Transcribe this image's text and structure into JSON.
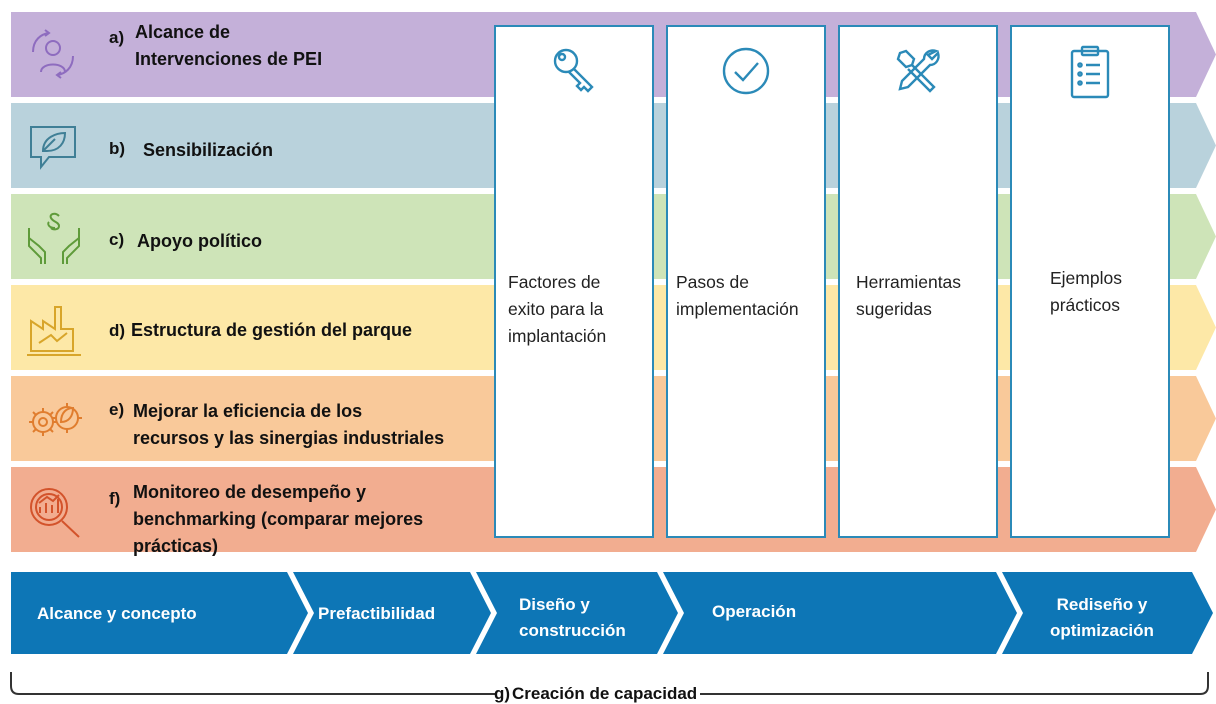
{
  "bands": [
    {
      "letter": "a)",
      "lines": [
        "Alcance de",
        "Intervenciones de PEI"
      ],
      "color": "#c4b0d9",
      "icon": "people-cycle-icon",
      "icon_color": "#8e6cbf"
    },
    {
      "letter": "b)",
      "lines": [
        "Sensibilización"
      ],
      "color": "#b9d2dc",
      "icon": "leaf-speech-bubble-icon",
      "icon_color": "#3f7f96"
    },
    {
      "letter": "c)",
      "lines": [
        "Apoyo político"
      ],
      "color": "#cee4b8",
      "icon": "hands-paragraph-icon",
      "icon_color": "#5f9b3a"
    },
    {
      "letter": "d)",
      "lines": [
        "Estructura de gestión del parque"
      ],
      "color": "#fde8a7",
      "icon": "factory-icon",
      "icon_color": "#d8a52a"
    },
    {
      "letter": "e)",
      "lines": [
        "Mejorar la eficiencia de los",
        "recursos y las sinergias industriales"
      ],
      "color": "#f9c99a",
      "icon": "gears-leaf-icon",
      "icon_color": "#e07d2e"
    },
    {
      "letter": "f)",
      "lines": [
        "Monitoreo de desempeño y",
        "benchmarking (comparar mejores",
        "prácticas)"
      ],
      "color": "#f2ad90",
      "icon": "magnifier-chart-icon",
      "icon_color": "#d3532b"
    }
  ],
  "cards": [
    {
      "icon": "key-icon",
      "lines": [
        "Factores de",
        "exito para la",
        "implantación"
      ]
    },
    {
      "icon": "checkmark-circle-icon",
      "lines": [
        "Pasos de",
        "implementación"
      ]
    },
    {
      "icon": "tools-icon",
      "lines": [
        "Herramientas",
        "sugeridas"
      ]
    },
    {
      "icon": "clipboard-list-icon",
      "lines": [
        "Ejemplos",
        "prácticos"
      ]
    }
  ],
  "phases": [
    {
      "lines": [
        "Alcance y concepto"
      ]
    },
    {
      "lines": [
        "Prefactibilidad"
      ]
    },
    {
      "lines": [
        "Diseño y",
        "construcción"
      ]
    },
    {
      "lines": [
        "Operación"
      ]
    },
    {
      "lines": [
        "Rediseño y",
        "optimización"
      ]
    }
  ],
  "capacity": {
    "letter": "g)",
    "label": "Creación de capacidad"
  },
  "colors": {
    "card_border": "#2b8ab8",
    "card_icon": "#2b8ab8",
    "phase_fill": "#0d76b6"
  }
}
